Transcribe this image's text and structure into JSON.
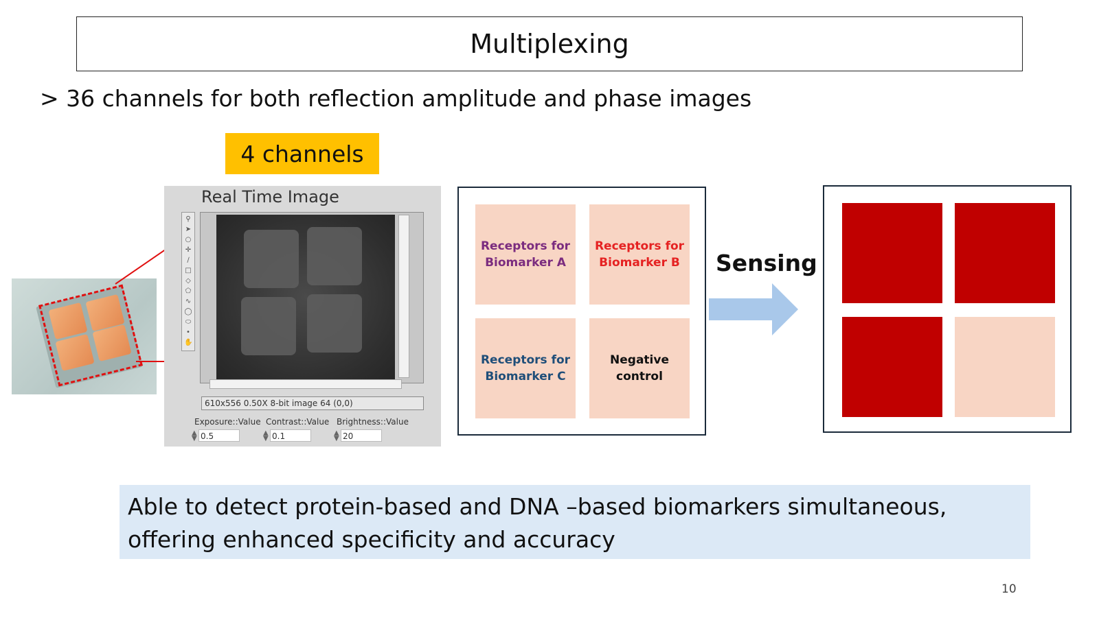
{
  "slide": {
    "title": "Multiplexing",
    "bullet": "> 36 channels for both reflection amplitude and phase images",
    "badge": "4 channels",
    "page_number": "10"
  },
  "software": {
    "title": "Real Time Image",
    "status": "610x556 0.50X 8-bit image 64     (0,0)",
    "controls": [
      {
        "label": "Exposure::Value",
        "value": "0.5"
      },
      {
        "label": "Contrast::Value",
        "value": "0.1"
      },
      {
        "label": "Brightness::Value",
        "value": "20"
      }
    ]
  },
  "sensor": {
    "receptor_a": "Receptors for Biomarker A",
    "receptor_b": "Receptors for Biomarker B",
    "receptor_c": "Receptors for Biomarker C",
    "negative": "Negative control",
    "sensing_label": "Sensing"
  },
  "conclusion": "Able to detect protein-based and DNA –based biomarkers simultaneous, offering enhanced specificity and accuracy",
  "colors": {
    "badge": "#ffc000",
    "receptor_bg": "#f8d5c4",
    "biomarker_a_text": "#7b2c7f",
    "biomarker_b_text": "#e52222",
    "biomarker_c_text": "#1f4e79",
    "negative_text": "#111111",
    "result_positive": "#c00000",
    "result_negative": "#f8d5c4",
    "arrow": "#a9c8ea",
    "conclusion_bg": "#dce9f6"
  }
}
